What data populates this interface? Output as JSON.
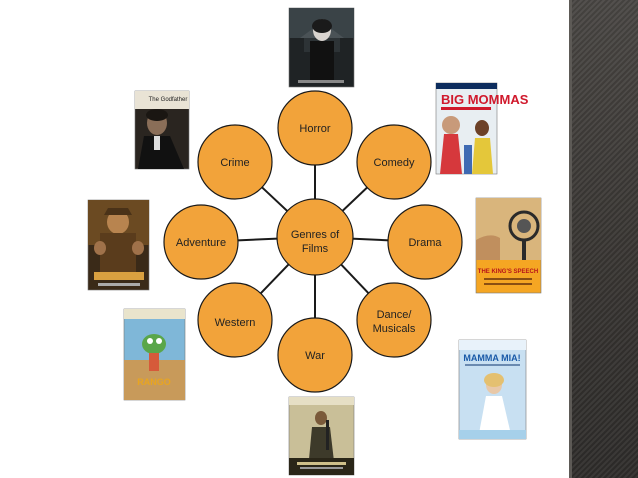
{
  "diagram": {
    "center": {
      "label_lines": [
        "Genres of",
        "Films"
      ]
    },
    "nodes": [
      {
        "id": "horror",
        "label_lines": [
          "Horror"
        ]
      },
      {
        "id": "comedy",
        "label_lines": [
          "Comedy"
        ]
      },
      {
        "id": "drama",
        "label_lines": [
          "Drama"
        ]
      },
      {
        "id": "dance",
        "label_lines": [
          "Dance/",
          "Musicals"
        ]
      },
      {
        "id": "war",
        "label_lines": [
          "War"
        ]
      },
      {
        "id": "western",
        "label_lines": [
          "Western"
        ]
      },
      {
        "id": "adventure",
        "label_lines": [
          "Adventure"
        ]
      },
      {
        "id": "crime",
        "label_lines": [
          "Crime"
        ]
      }
    ]
  },
  "posters": {
    "horror": {
      "title_text": ""
    },
    "comedy": {
      "title_text": "BIG MOMMAS"
    },
    "drama": {
      "title_text": "THE KING'S SPEECH"
    },
    "dance": {
      "title_text": "MAMMA MIA!"
    },
    "war": {
      "title_text": ""
    },
    "western": {
      "title_text": "RANGO"
    },
    "adventure": {
      "title_text": ""
    },
    "crime": {
      "title_text": "The Godfather"
    }
  },
  "colors": {
    "node_fill": "#f2a33a",
    "node_stroke": "#1a1a1a",
    "sidebar": "#3a3734"
  }
}
